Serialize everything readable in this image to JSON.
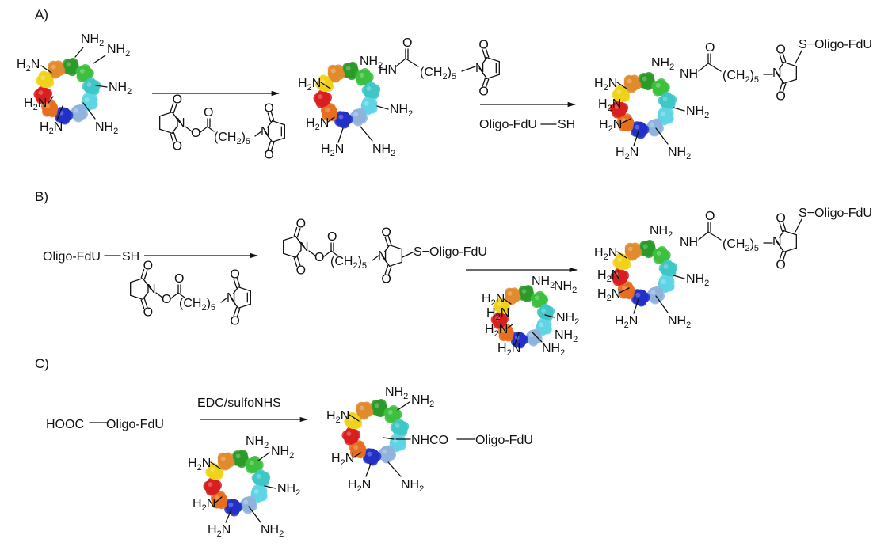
{
  "sections": {
    "a": "A)",
    "b": "B)",
    "c": "C)"
  },
  "labels": {
    "nh2": "NH",
    "h2n": "H",
    "two": "2",
    "n": "N",
    "hn": "HN",
    "nh": "NH",
    "o": "O",
    "ch2_5": "(CH",
    "five": "5",
    "s_oligo": "S",
    "oligo_fdu": "Oligo-FdU",
    "oligo_fdu_sh": "Oligo-FdU",
    "sh": "SH",
    "hooc": "HOOC",
    "edc": "EDC/sulfoNHS",
    "nhco": "NHCO"
  },
  "colors": {
    "ring_lobes": [
      "#2c9a28",
      "#3dbf3d",
      "#3fc6c6",
      "#5fd3e4",
      "#8fb3dc",
      "#2230c8",
      "#e66e1e",
      "#d81e1e",
      "#f0d21a",
      "#e18a2e"
    ]
  }
}
